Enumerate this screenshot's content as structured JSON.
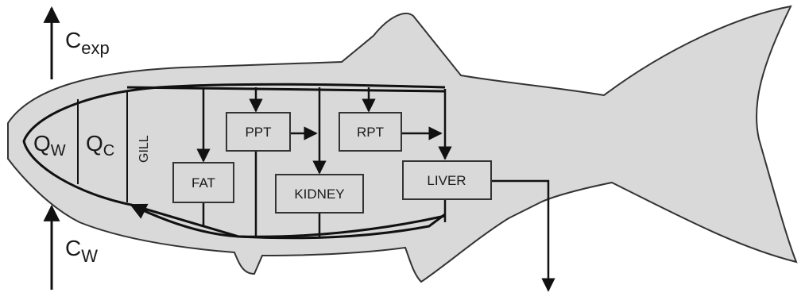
{
  "diagram": {
    "compartments": {
      "qw": {
        "letter": "Q",
        "sub": "W"
      },
      "qc": {
        "letter": "Q",
        "sub": "C"
      },
      "gill": "GILL"
    },
    "organs": {
      "fat": "FAT",
      "ppt": "PPT",
      "kidney": "KIDNEY",
      "rpt": "RPT",
      "liver": "LIVER"
    },
    "fluxes": {
      "cexp": {
        "letter": "C",
        "sub": "exp"
      },
      "cw": {
        "letter": "C",
        "sub": "W"
      }
    },
    "colors": {
      "body_fill": "#d9d9d9",
      "outline": "#333333",
      "line": "#111111"
    }
  }
}
